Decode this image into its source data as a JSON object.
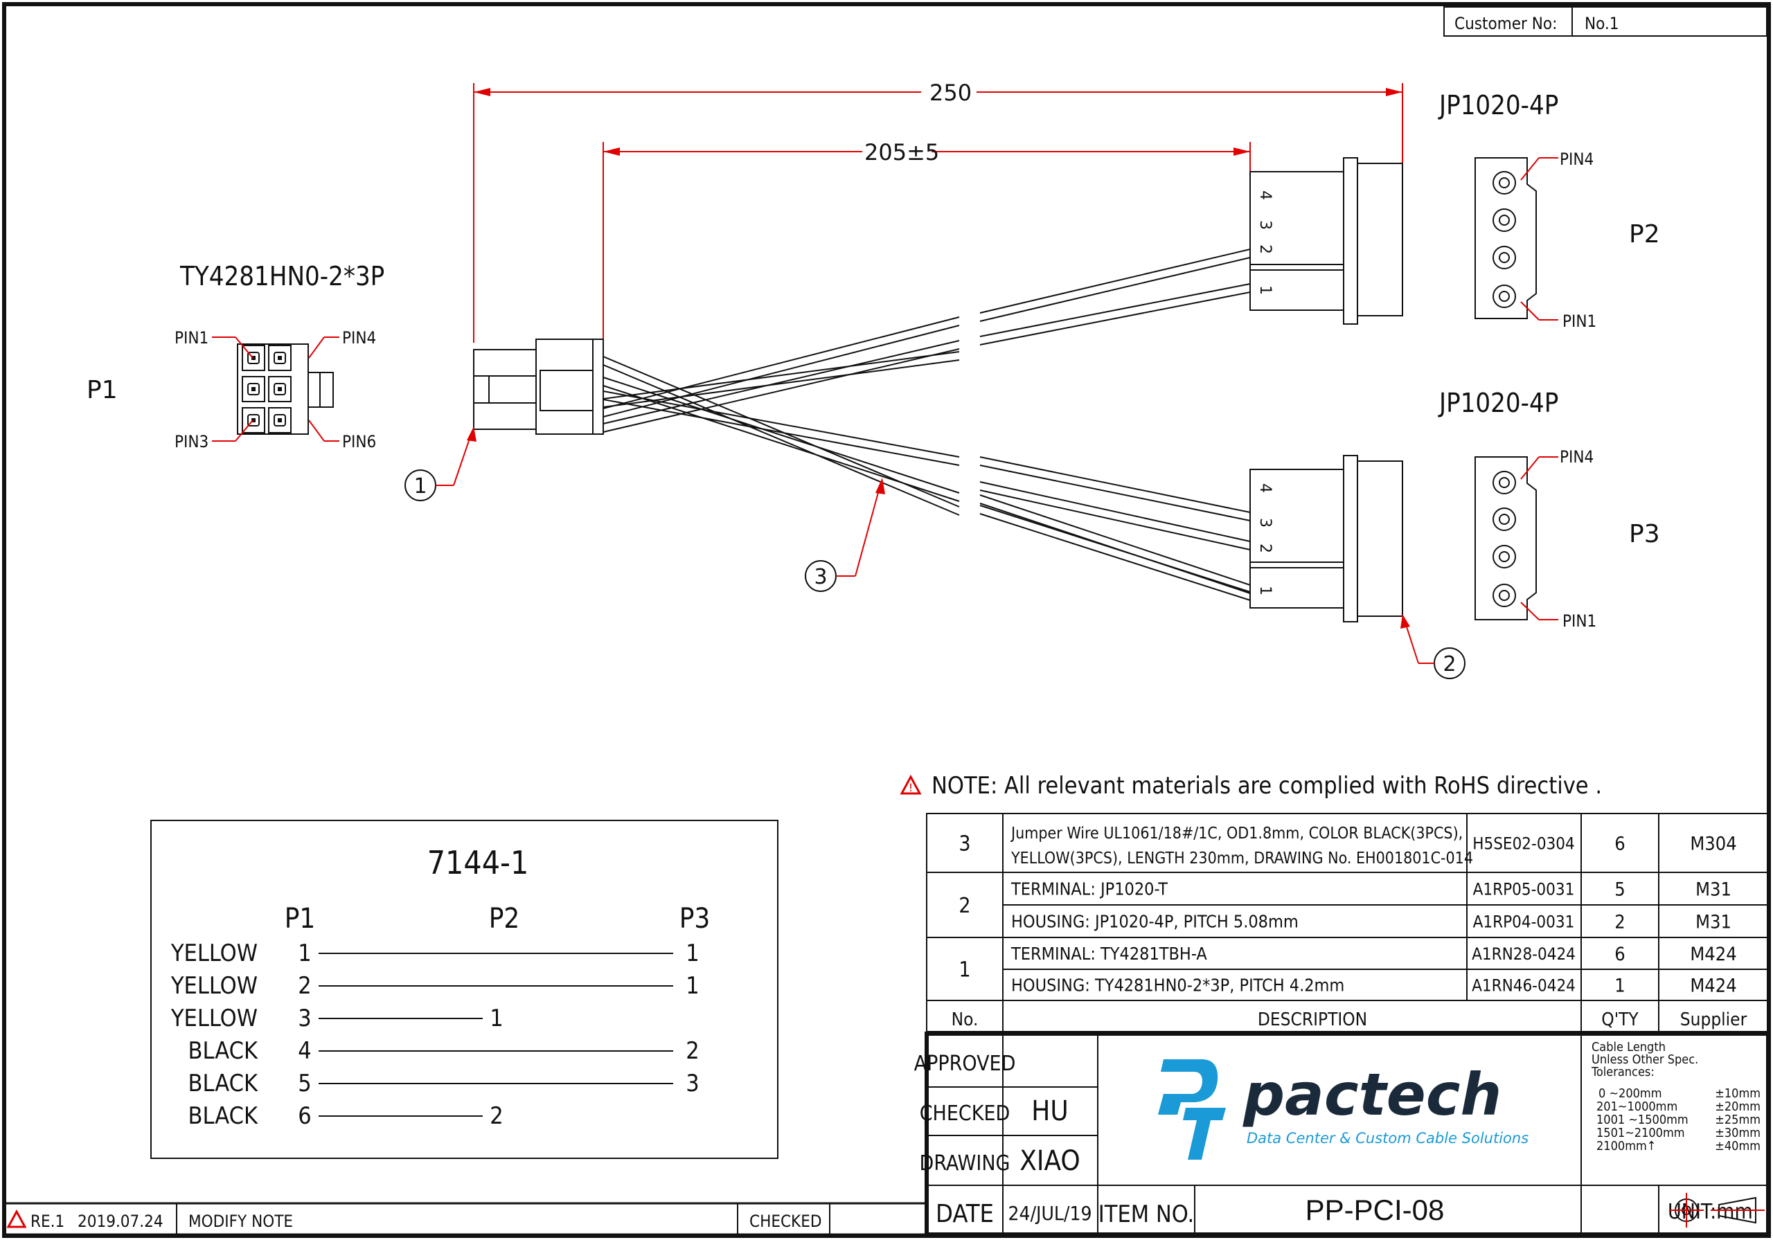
{
  "header": {
    "customer_label": "Customer No:",
    "customer_value": "No.1"
  },
  "dimensions": {
    "overall": "250",
    "branch": "205±5"
  },
  "p1": {
    "label": "P1",
    "part": "TY4281HN0-2*3P",
    "pins": [
      "PIN1",
      "PIN4",
      "PIN3",
      "PIN6"
    ]
  },
  "p2": {
    "label": "P2",
    "part": "JP1020-4P",
    "pin_top": "PIN4",
    "pin_bottom": "PIN1",
    "cavity_numbers": [
      "4",
      "3",
      "2",
      "1"
    ]
  },
  "p3": {
    "label": "P3",
    "part": "JP1020-4P",
    "pin_top": "PIN4",
    "pin_bottom": "PIN1",
    "cavity_numbers": [
      "4",
      "3",
      "2",
      "1"
    ]
  },
  "callouts": [
    "1",
    "2",
    "3"
  ],
  "note": "NOTE: All relevant materials are complied with RoHS directive .",
  "wiring": {
    "title": "7144-1",
    "headers": [
      "P1",
      "P2",
      "P3"
    ],
    "rows": [
      {
        "color": "YELLOW",
        "p1": "1",
        "to": "1",
        "end": "P3"
      },
      {
        "color": "YELLOW",
        "p1": "2",
        "to": "1",
        "end": "P3"
      },
      {
        "color": "YELLOW",
        "p1": "3",
        "to": "1",
        "end": "P2"
      },
      {
        "color": "BLACK",
        "p1": "4",
        "to": "2",
        "end": "P3"
      },
      {
        "color": "BLACK",
        "p1": "5",
        "to": "3",
        "end": "P3"
      },
      {
        "color": "BLACK",
        "p1": "6",
        "to": "2",
        "end": "P2"
      }
    ]
  },
  "bom": {
    "rows": [
      {
        "no": "3",
        "desc": [
          "Jumper Wire UL1061/18#/1C, OD1.8mm, COLOR BLACK(3PCS),",
          "YELLOW(3PCS), LENGTH 230mm, DRAWING No. EH001801C-014"
        ],
        "code": "H5SE02-0304",
        "qty": "6",
        "supplier": "M304"
      },
      {
        "no": "2",
        "desc": [
          "TERMINAL: JP1020-T"
        ],
        "code": "A1RP05-0031",
        "qty": "5",
        "supplier": "M31"
      },
      {
        "no": "",
        "desc": [
          "HOUSING: JP1020-4P, PITCH 5.08mm"
        ],
        "code": "A1RP04-0031",
        "qty": "2",
        "supplier": "M31"
      },
      {
        "no": "1",
        "desc": [
          "TERMINAL: TY4281TBH-A"
        ],
        "code": "A1RN28-0424",
        "qty": "6",
        "supplier": "M424"
      },
      {
        "no": "",
        "desc": [
          "HOUSING: TY4281HN0-2*3P, PITCH 4.2mm"
        ],
        "code": "A1RN46-0424",
        "qty": "1",
        "supplier": "M424"
      }
    ],
    "header": {
      "no": "No.",
      "desc": "DESCRIPTION",
      "qty": "Q'TY",
      "supplier": "Supplier"
    }
  },
  "title_block": {
    "approved_label": "APPROVED",
    "approved_value": "",
    "checked_label": "CHECKED",
    "checked_value": "HU",
    "drawing_label": "DRAWING",
    "drawing_value": "XIAO",
    "date_label": "DATE",
    "date_value": "24/JUL/19",
    "item_label": "ITEM NO.",
    "item_value": "PP-PCI-08",
    "unit_label": "UNIT:mm"
  },
  "brand": {
    "name": "pactech",
    "tagline": "Data Center & Custom Cable Solutions",
    "color_primary": "#1a9ad6",
    "color_dark": "#1b2a3a"
  },
  "tolerances": {
    "title": [
      "Cable Length",
      "Unless Other Spec.",
      "Tolerances:"
    ],
    "rows": [
      {
        "range": "0 ~200mm",
        "tol": "±10mm"
      },
      {
        "range": "201~1000mm",
        "tol": "±20mm"
      },
      {
        "range": "1001 ~1500mm",
        "tol": "±25mm"
      },
      {
        "range": "1501~2100mm",
        "tol": "±30mm"
      },
      {
        "range": "2100mm↑",
        "tol": "±40mm"
      }
    ]
  },
  "revision": {
    "rev": "RE.1",
    "date": "2019.07.24",
    "modify_label": "MODIFY NOTE",
    "checked_label": "CHECKED"
  }
}
